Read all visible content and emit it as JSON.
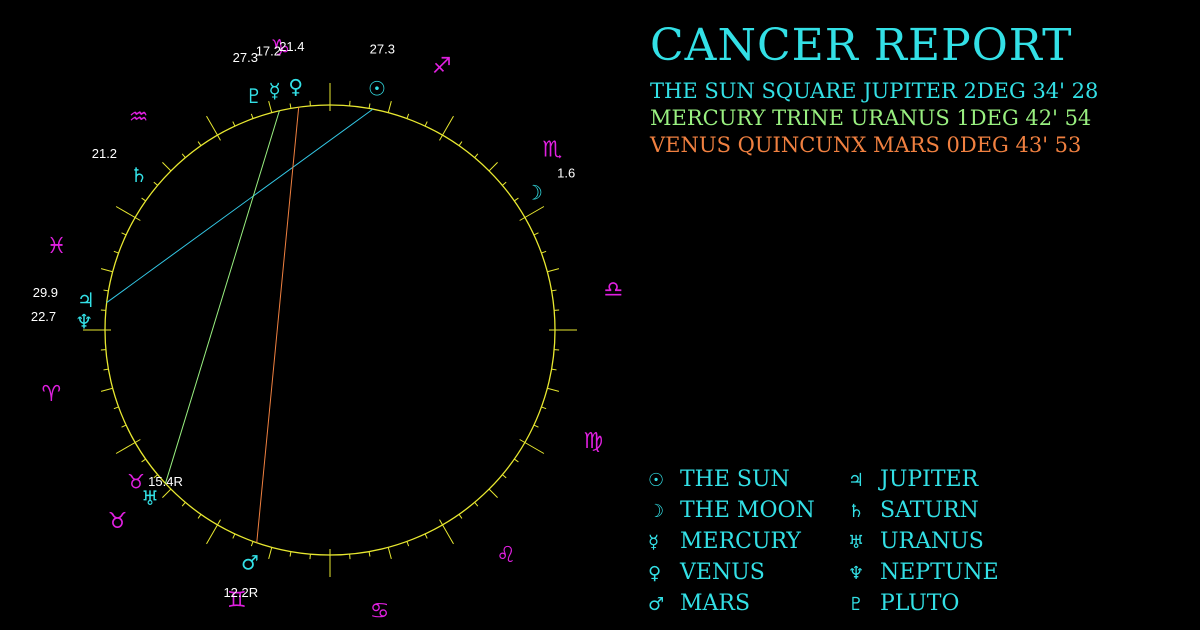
{
  "title": "CANCER REPORT",
  "colors": {
    "background": "#000000",
    "title": "#33e0e6",
    "zodiac": "#e020e0",
    "ring": "#e8e830",
    "planet": "#33e0e6",
    "degree_text": "#ffffff",
    "aspect_square": "#33c8e6",
    "aspect_trine": "#99f080",
    "aspect_quincunx": "#f08040"
  },
  "aspects": [
    {
      "text": "THE SUN SQUARE JUPITER 2DEG 34' 28",
      "from": "sun",
      "to": "jupiter",
      "color": "#33e0e6",
      "line_color": "#33c8e6"
    },
    {
      "text": "MERCURY TRINE URANUS 1DEG 42' 54",
      "from": "mercury",
      "to": "uranus",
      "color": "#99f080",
      "line_color": "#99f080"
    },
    {
      "text": "VENUS QUINCUNX MARS 0DEG 43' 53",
      "from": "venus",
      "to": "mars",
      "color": "#f08040",
      "line_color": "#f08040"
    }
  ],
  "zodiac_signs": [
    {
      "name": "capricorn",
      "glyph": "♑",
      "angle": 100
    },
    {
      "name": "sagittarius",
      "glyph": "♐",
      "angle": 67
    },
    {
      "name": "scorpio",
      "glyph": "♏",
      "angle": 39
    },
    {
      "name": "libra",
      "glyph": "♎",
      "angle": 8
    },
    {
      "name": "virgo",
      "glyph": "♍",
      "angle": -23
    },
    {
      "name": "leo",
      "glyph": "♌",
      "angle": -52
    },
    {
      "name": "cancer",
      "glyph": "♋",
      "angle": -80
    },
    {
      "name": "gemini",
      "glyph": "♊",
      "angle": -109
    },
    {
      "name": "taurus",
      "glyph": "♉",
      "angle": -138
    },
    {
      "name": "aries",
      "glyph": "♈",
      "angle": -167
    },
    {
      "name": "pisces",
      "glyph": "♓",
      "angle": 163
    },
    {
      "name": "aquarius",
      "glyph": "♒",
      "angle": 132
    }
  ],
  "planets": [
    {
      "key": "sun",
      "name": "THE SUN",
      "glyph": "☉",
      "angle": 79,
      "degree": "27.3",
      "zodiac_color": false
    },
    {
      "key": "venus",
      "name": "VENUS",
      "glyph": "♀",
      "angle": 98,
      "degree": "21.4",
      "zodiac_color": false
    },
    {
      "key": "mercury",
      "name": "MERCURY",
      "glyph": "☿",
      "angle": 103,
      "degree": "17.2",
      "zodiac_color": false
    },
    {
      "key": "pluto",
      "name": "PLUTO",
      "glyph": "♇",
      "angle": 108,
      "degree": "27.3",
      "zodiac_color": false
    },
    {
      "key": "saturn",
      "name": "SATURN",
      "glyph": "♄",
      "angle": 141,
      "degree": "21.2",
      "zodiac_color": false
    },
    {
      "key": "jupiter",
      "name": "JUPITER",
      "glyph": "♃",
      "angle": 173,
      "degree": "29.9",
      "zodiac_color": false
    },
    {
      "key": "neptune",
      "name": "NEPTUNE",
      "glyph": "♆",
      "angle": 178,
      "degree": "22.7",
      "zodiac_color": false
    },
    {
      "key": "uranus",
      "name": "URANUS",
      "glyph": "♅",
      "angle": -137,
      "degree": "",
      "zodiac_color": false
    },
    {
      "key": "taurus_marker",
      "name": "",
      "glyph": "♉",
      "angle": -142,
      "degree": "15.4R",
      "zodiac_color": true
    },
    {
      "key": "mars",
      "name": "MARS",
      "glyph": "♂",
      "angle": -109,
      "degree": "12.2R",
      "zodiac_color": false
    },
    {
      "key": "moon",
      "name": "THE MOON",
      "glyph": "☽",
      "angle": 34,
      "degree": "1.6",
      "zodiac_color": false
    }
  ],
  "legend": [
    {
      "glyph": "☉",
      "label": "THE SUN"
    },
    {
      "glyph": "♃",
      "label": "JUPITER"
    },
    {
      "glyph": "☽",
      "label": "THE MOON"
    },
    {
      "glyph": "♄",
      "label": "SATURN"
    },
    {
      "glyph": "☿",
      "label": "MERCURY"
    },
    {
      "glyph": "♅",
      "label": "URANUS"
    },
    {
      "glyph": "♀",
      "label": "VENUS"
    },
    {
      "glyph": "♆",
      "label": "NEPTUNE"
    },
    {
      "glyph": "♂",
      "label": "MARS"
    },
    {
      "glyph": "♇",
      "label": "PLUTO"
    }
  ]
}
